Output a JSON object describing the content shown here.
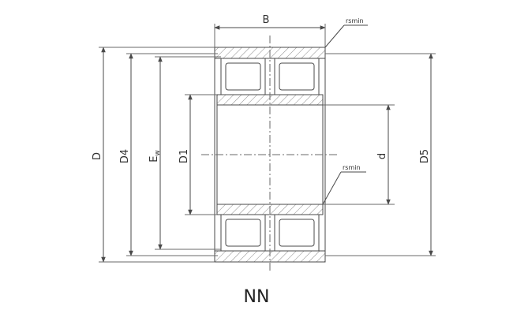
{
  "diagram": {
    "labels": {
      "B": "B",
      "D": "D",
      "D4": "D4",
      "Ew": "E",
      "Ew_sub": "w",
      "D1": "D1",
      "d": "d",
      "D5": "D5",
      "r_top": "rsmin",
      "r_mid": "rsmin"
    },
    "caption": "NN"
  },
  "colors": {
    "line": "#4a4a4a",
    "hatch": "#8a8a8a",
    "background": "#ffffff"
  }
}
